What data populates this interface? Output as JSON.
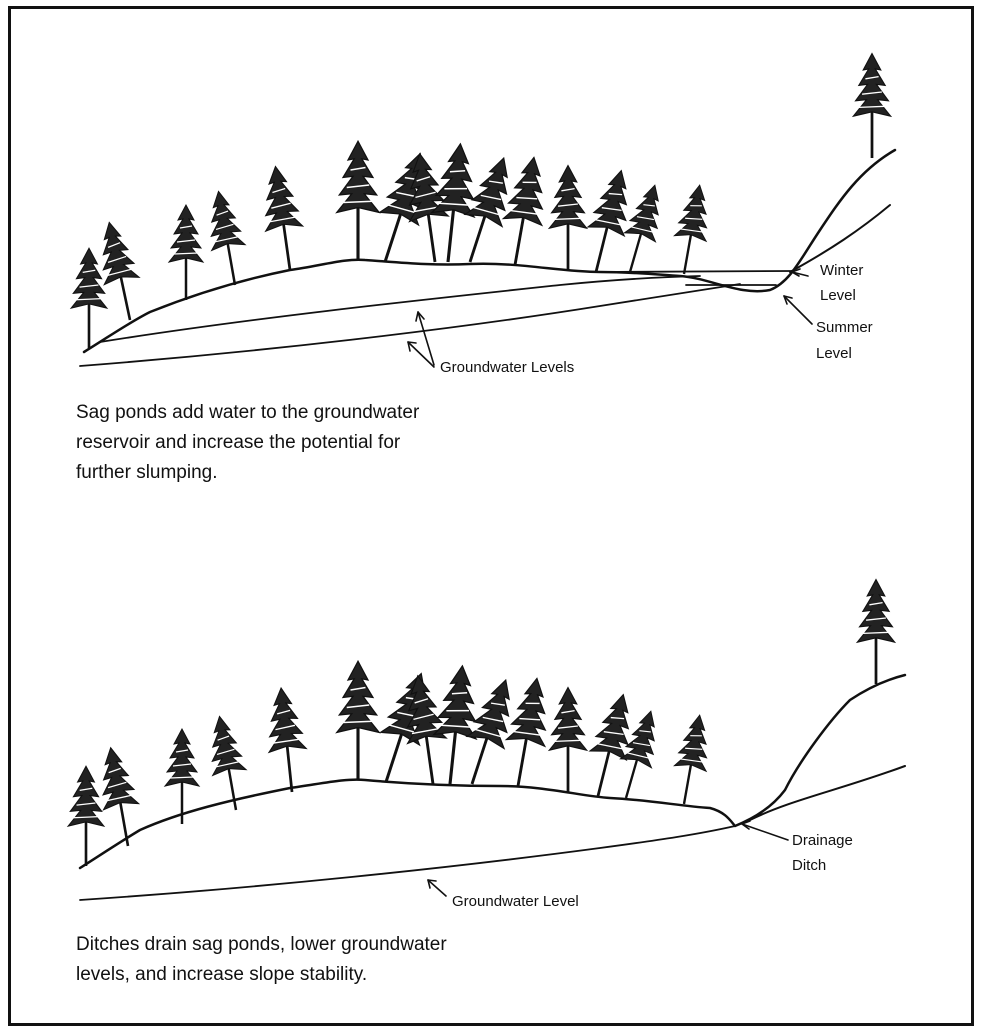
{
  "panel_top": {
    "labels": {
      "winter": "Winter",
      "winter2": "Level",
      "summer": "Summer",
      "summer2": "Level",
      "groundwater": "Groundwater Levels"
    },
    "caption": [
      "Sag ponds add water to the groundwater",
      "reservoir and increase the potential for",
      "further slumping."
    ]
  },
  "panel_bottom": {
    "labels": {
      "ditch": "Drainage",
      "ditch2": "Ditch",
      "groundwater": "Groundwater Level"
    },
    "caption": [
      "Ditches drain sag ponds, lower groundwater",
      "levels, and increase slope stability."
    ]
  },
  "icons": {
    "tree": "conifer-tree-icon"
  }
}
